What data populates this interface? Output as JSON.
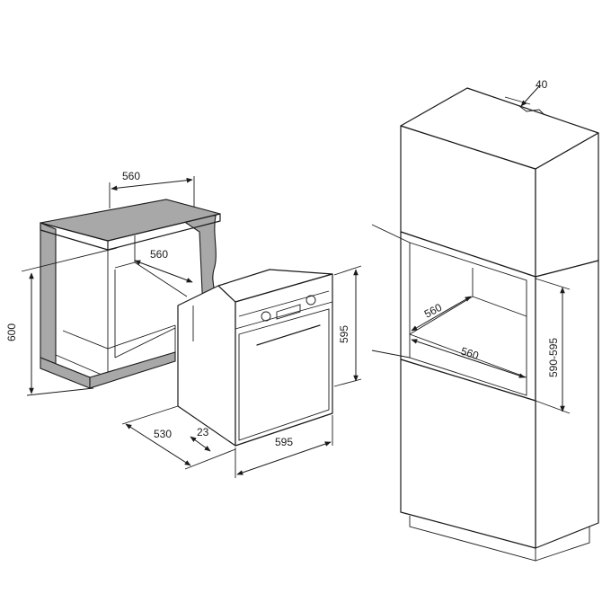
{
  "dimensions": {
    "cab_width": "560",
    "cab_depth": "560",
    "cab_height": "600",
    "oven_depth": "530",
    "oven_offset": "23",
    "oven_width": "595",
    "oven_height": "595",
    "tall_top": "40",
    "tall_depth": "560",
    "tall_width": "560",
    "tall_height": "590-595"
  },
  "colors": {
    "line": "#1a1a1a",
    "shade": "#a8a8a8",
    "background": "#ffffff"
  }
}
